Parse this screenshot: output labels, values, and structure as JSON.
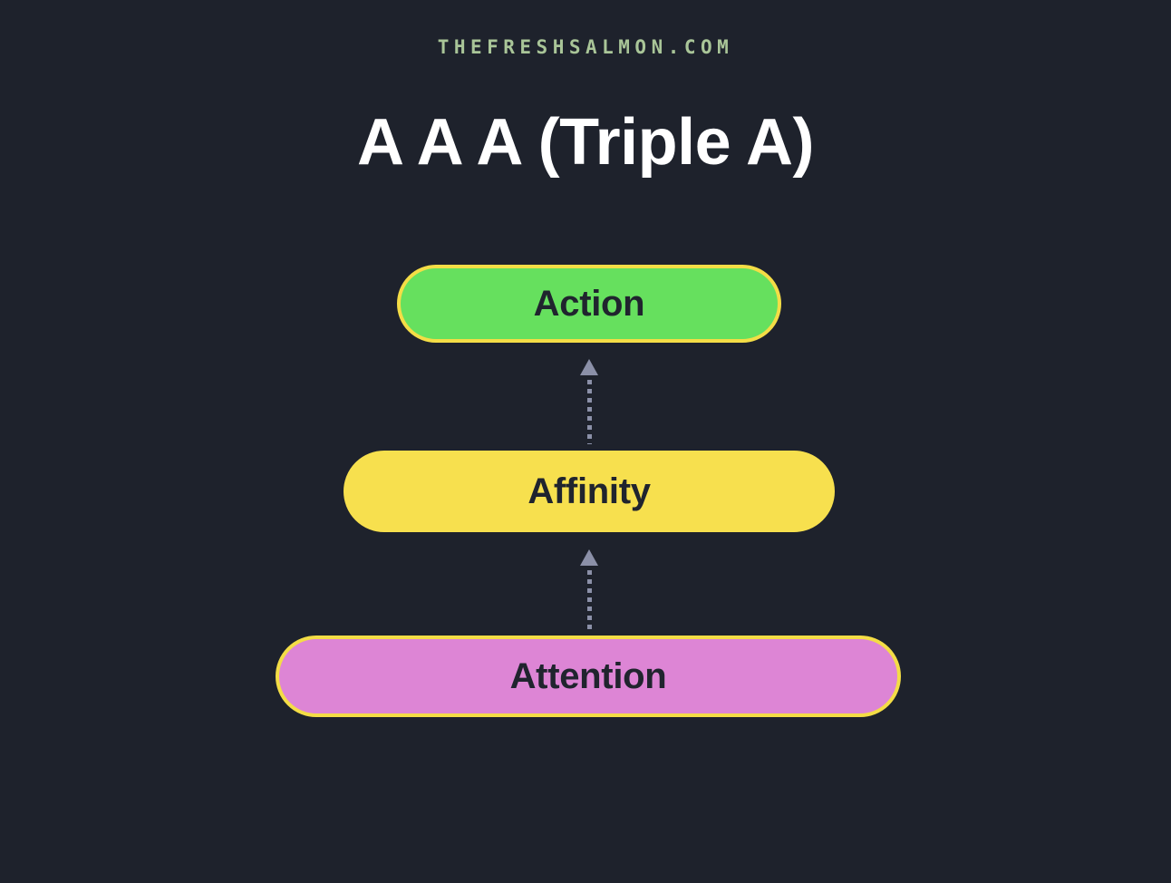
{
  "header": {
    "site_url": "THEFRESHSALMON.COM",
    "site_url_color": "#a9c598"
  },
  "title": {
    "text": "A A A (Triple A)",
    "color": "#ffffff"
  },
  "background_color": "#1e222c",
  "diagram": {
    "type": "flow-stack",
    "direction": "bottom-to-top",
    "nodes": [
      {
        "id": "action",
        "label": "Action",
        "level": 3,
        "fill_color": "#66e05e",
        "border_color": "#f4dd46",
        "text_color": "#20242e"
      },
      {
        "id": "affinity",
        "label": "Affinity",
        "level": 2,
        "fill_color": "#f7e04e",
        "border_color": "#f7e04e",
        "text_color": "#20242e"
      },
      {
        "id": "attention",
        "label": "Attention",
        "level": 1,
        "fill_color": "#dd85d5",
        "border_color": "#f4dd46",
        "text_color": "#20242e"
      }
    ],
    "connectors": [
      {
        "id": "affinity-to-action",
        "from": "affinity",
        "to": "action",
        "style": "dotted",
        "color": "#8b90a8"
      },
      {
        "id": "attention-to-affinity",
        "from": "attention",
        "to": "affinity",
        "style": "dotted",
        "color": "#8b90a8"
      }
    ]
  }
}
